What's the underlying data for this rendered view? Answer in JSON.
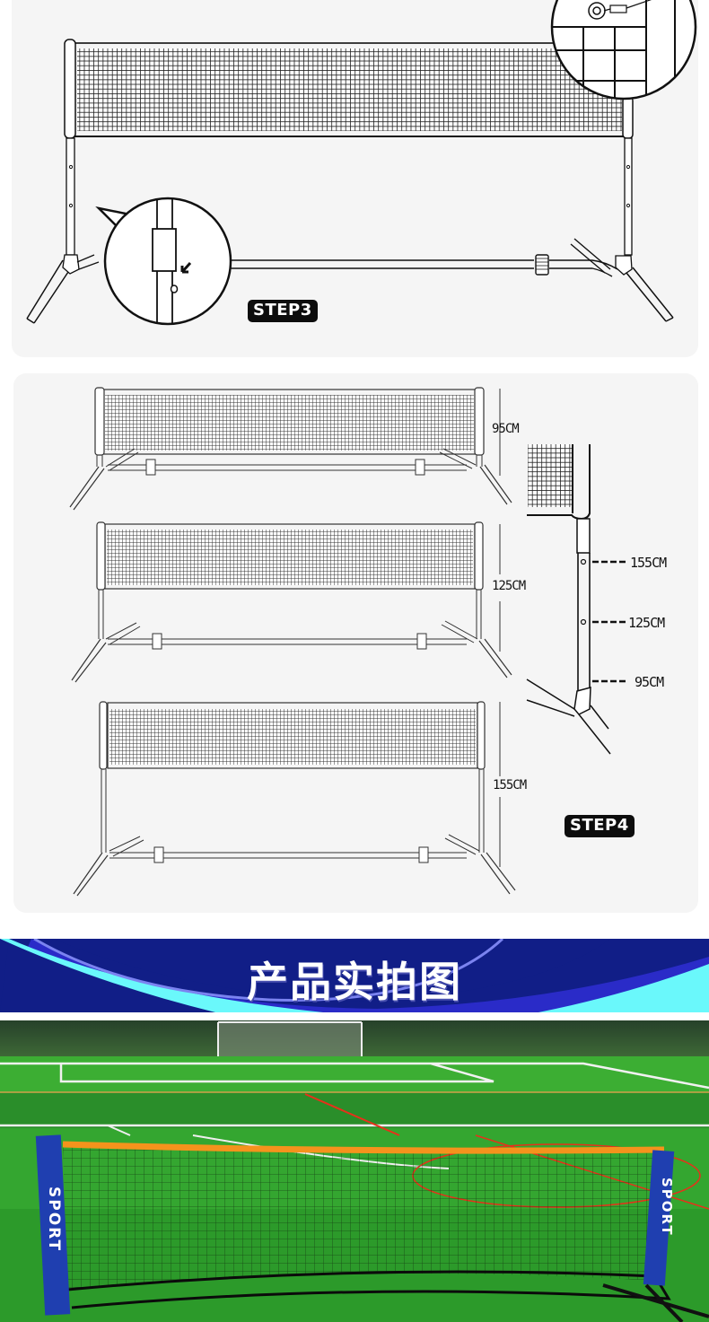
{
  "step3": {
    "badge": "STEP3",
    "illustration": "assembled net frame with pole insert close-up and net hook close-up"
  },
  "step4": {
    "badge": "STEP4",
    "heights": [
      {
        "label": "95CM"
      },
      {
        "label": "125CM"
      },
      {
        "label": "155CM"
      }
    ],
    "pole_marks": [
      {
        "label": "155CM"
      },
      {
        "label": "125CM"
      },
      {
        "label": "95CM"
      }
    ]
  },
  "banner": {
    "title": "产品实拍图",
    "colors": {
      "dark_blue": "#111e87",
      "mid_blue": "#2a2bc8",
      "cyan": "#6af8fb",
      "accent_line": "#7b83f0"
    }
  },
  "photo": {
    "left_post_text": "SPORT",
    "right_post_text": "SPORT",
    "colors": {
      "grass": "#2e9c2b",
      "net_band": "#f5931c",
      "post": "#1f3fb0"
    }
  }
}
